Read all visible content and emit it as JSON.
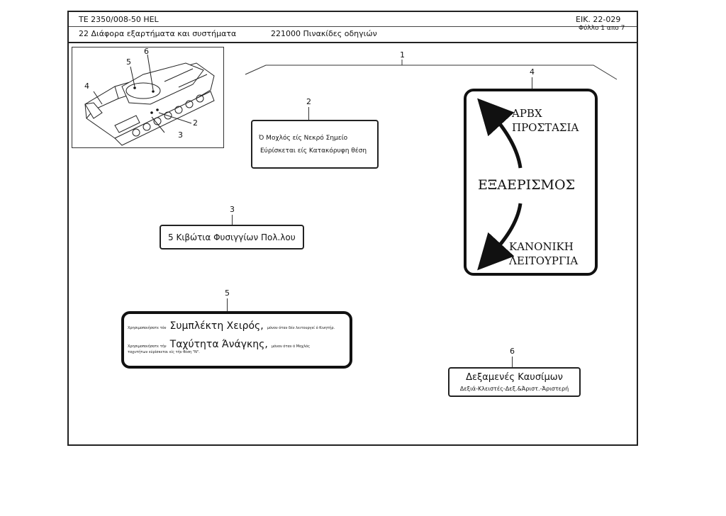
{
  "header": {
    "doc_code": "TE  2350/008-50 HEL",
    "figure_ref": "ΕΙΚ. 22-029",
    "sheet": "Φύλλο 1 απο 7",
    "section": "22 Διάφορα εξαρτήματα και συστήματα",
    "subsection": "221000 Πινακίδες οδηγιών"
  },
  "callouts": {
    "c1": "1",
    "c2": "2",
    "c3": "3",
    "c4": "4",
    "c5": "5",
    "c6": "6",
    "t2": "2",
    "t3": "3",
    "t4": "4",
    "t5": "5",
    "t6": "6"
  },
  "plates": {
    "p2": {
      "line1": "Ό Μοχλός  είς  Νεκρό Σημείο",
      "line2": "Εύρίσκεται  είς  Κατακόρυφη  θέση"
    },
    "p3": {
      "text": "5 Κιβώτια  Φυσιγγίων Πολ.λου"
    },
    "p4": {
      "top1": "ΑΡΒΧ",
      "top2": "ΠΡΟΣΤΑΣΙΑ",
      "center": "ΕΞΑΕΡΙΣΜΟΣ",
      "bottom1": "ΚΑΝΟΝΙΚΗ",
      "bottom2": "ΛΕΙΤΟΥΡΓΙΑ"
    },
    "p5": {
      "l1_small_a": "Χρησιμοποιήσατε τόν",
      "l1_big": "Συμπλέκτη Χειρός,",
      "l1_small_b": "μόνον όταν δέν λειτουργεί ό Κινητήρ.",
      "l2_small_a": "Χρησιμοποιήσατε τήν",
      "l2_big": "Ταχύτητα Άνάγκης,",
      "l2_small_b": "μόνον όταν ό  Μοχλός",
      "l3": "ταχυτήτων εύρίσκεται είς τήν θέση  \"N\"."
    },
    "p6": {
      "title": "Δεξαμενές Καυσίμων",
      "subtitle": "Δεξιά-Κλειστές-Δεξ.&Άριστ.-Άριστερή"
    }
  }
}
